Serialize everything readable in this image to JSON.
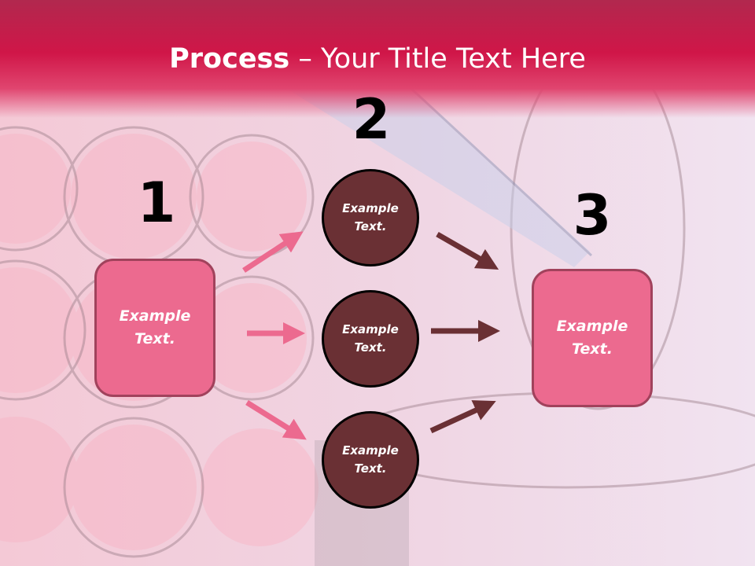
{
  "title": {
    "bold": "Process",
    "rest": " – Your Title Text Here"
  },
  "steps": {
    "one": "1",
    "two": "2",
    "three": "3"
  },
  "nodes": {
    "left_box": "Example Text.",
    "circle_top": "Example Text.",
    "circle_middle": "Example Text.",
    "circle_bottom": "Example Text.",
    "right_box": "Example Text."
  },
  "colors": {
    "title_band": "#d01648",
    "box_fill": "#ec6a8f",
    "box_border": "#a1425c",
    "circle_fill": "#6a3034",
    "pink_arrow": "#ec6a8f",
    "dark_arrow": "#6a3034"
  }
}
